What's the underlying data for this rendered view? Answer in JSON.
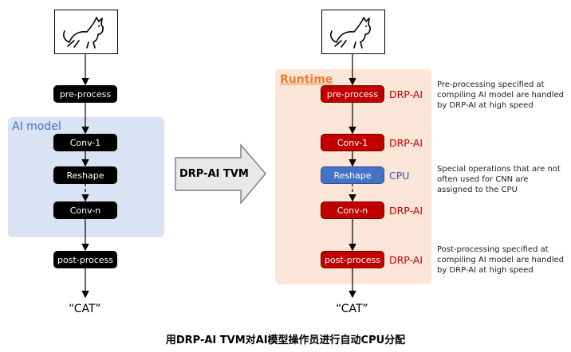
{
  "left": {
    "region_label": "AI model",
    "nodes": [
      "pre-process",
      "Conv-1",
      "Reshape",
      "Conv-n",
      "post-process"
    ],
    "output": "“CAT”"
  },
  "middle": {
    "arrow_label": "DRP-AI TVM"
  },
  "right": {
    "region_label": "Runtime",
    "nodes": [
      {
        "label": "pre-process",
        "unit": "DRP-AI"
      },
      {
        "label": "Conv-1",
        "unit": "DRP-AI"
      },
      {
        "label": "Reshape",
        "unit": "CPU"
      },
      {
        "label": "Conv-n",
        "unit": "DRP-AI"
      },
      {
        "label": "post-process",
        "unit": "DRP-AI"
      }
    ],
    "output": "“CAT”"
  },
  "notes": {
    "pre": "Pre-processing specified at compiling AI model are handled by DRP-AI at high speed",
    "special": "Special operations that are not often used for CNN are assigned to the CPU",
    "post": "Post-processing specified at compiling AI model are handled by DRP-AI at high speed"
  },
  "caption": "用DRP-AI TVM对AI模型操作员进行自动CPU分配",
  "colors": {
    "ai_model_region": "#dae3f3",
    "runtime_region": "#fbe5d6",
    "drp_ai": "#c00000",
    "cpu": "#4472c4",
    "runtime_label": "#ed7d31",
    "ai_model_label": "#4472c4"
  }
}
